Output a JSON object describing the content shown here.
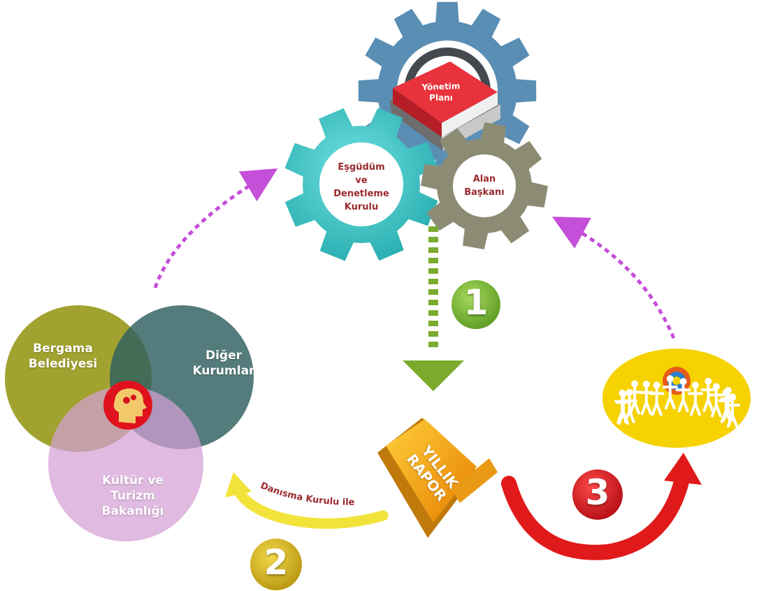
{
  "gears": {
    "top_book": {
      "line1": "Yönetim",
      "line2": "Planı",
      "color": "#e8323c"
    },
    "left": {
      "label": "Eşgüdüm\nve\nDenetleme\nKurulu",
      "color": "#3fc7c8"
    },
    "right": {
      "label": "Alan\nBaşkanı",
      "color": "#8c8c74"
    },
    "big_back": {
      "color": "#5a8eb4"
    }
  },
  "venn": {
    "circle_a": {
      "label": "Bergama\nBelediyesi",
      "color": "#9a9a1e"
    },
    "circle_b": {
      "label": "Diğer\nKurumlar",
      "color": "#2f5f5f"
    },
    "circle_c": {
      "label": "Kültür ve\nTurizm\nBakanlığı",
      "color": "#d4a0d6"
    },
    "center_icon": "head-with-gears-icon"
  },
  "report": {
    "label": "YILLIK\nRAPOR",
    "color": "#f5a20e"
  },
  "steps": [
    {
      "number": "1",
      "color": "#7cb83a"
    },
    {
      "number": "2",
      "color": "#d9b81c"
    },
    {
      "number": "3",
      "color": "#d6151e"
    }
  ],
  "arrow_2_label": "Danısma Kurulu ile",
  "community_icon": "people-circle-icon",
  "colors": {
    "dotted_magenta": "#c44fd8",
    "dotted_green": "#7caa2e",
    "arrow_yellow": "#f2e33a",
    "arrow_red": "#e01a1a",
    "community_bg": "#f5d200"
  }
}
